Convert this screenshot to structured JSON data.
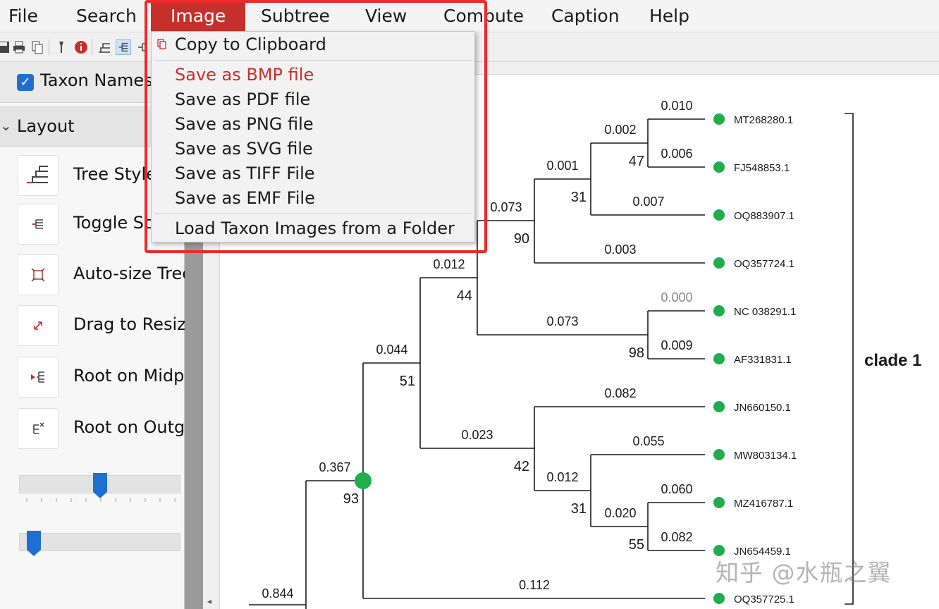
{
  "menubar": {
    "items": [
      "File",
      "Search",
      "Image",
      "Subtree",
      "View",
      "Compute",
      "Caption",
      "Help"
    ],
    "active": "Image"
  },
  "toolbar": {
    "icons": [
      "save-icon",
      "print-icon",
      "copy-icon",
      "settings-icon",
      "info-icon",
      "tree-style-icon",
      "toggle-scale-icon",
      "tree-small-icon"
    ]
  },
  "leftpanel": {
    "taxon_names_label": "Taxon Names",
    "layout_label": "Layout",
    "tools": [
      {
        "label": "Tree Style",
        "icon": "tree-style-icon"
      },
      {
        "label": "Toggle Scale",
        "icon": "toggle-scale-icon"
      },
      {
        "label": "Auto-size Tree",
        "icon": "auto-size-icon"
      },
      {
        "label": "Drag to Resize",
        "icon": "resize-arrows-icon"
      },
      {
        "label": "Root on Midpoint",
        "icon": "root-midpoint-icon"
      },
      {
        "label": "Root on Outgroup",
        "icon": "root-outgroup-icon"
      }
    ],
    "slider1_value": 0.5,
    "slider2_value": 0.05
  },
  "image_menu": {
    "copy": "Copy to Clipboard",
    "save_bmp": "Save as BMP file",
    "save_pdf": "Save as PDF file",
    "save_png": "Save as PNG file",
    "save_svg": "Save as SVG file",
    "save_tiff": "Save as TIFF File",
    "save_emf": "Save as EMF File",
    "load_images": "Load Taxon Images from a Folder"
  },
  "tree": {
    "taxa": [
      "MT268280.1",
      "FJ548853.1",
      "OQ883907.1",
      "OQ357724.1",
      "NC 038291.1",
      "AF331831.1",
      "JN660150.1",
      "MW803134.1",
      "MZ416787.1",
      "JN654459.1",
      "OQ357725.1"
    ],
    "branch_lengths": {
      "mt268280": "0.010",
      "fj548853": "0.006",
      "node_a": "0.002",
      "oq883907": "0.007",
      "node_b": "0.001",
      "oq357724": "0.003",
      "node_c": "0.073",
      "nc038291": "0.000",
      "af331831": "0.009",
      "node_d": "0.073",
      "node_e": "0.012",
      "jn660150": "0.082",
      "mw803134": "0.055",
      "mz416787": "0.060",
      "jn654459": "0.082",
      "node_f": "0.020",
      "node_g": "0.012",
      "node_h": "0.023",
      "node_i": "0.044",
      "oq357725": "0.112",
      "node_j": "0.367",
      "root": "0.844"
    },
    "bootstrap": {
      "node_a": "47",
      "node_b": "31",
      "node_c": "90",
      "node_e": "44",
      "node_d": "98",
      "node_i": "51",
      "node_g": "42",
      "node_f": "31",
      "node_mz": "55",
      "node_j": "93"
    },
    "clade_label": "clade 1",
    "colors": {
      "tip": "#1fae4b",
      "line": "#1a1a1a"
    }
  },
  "watermark": "知乎 @水瓶之翼"
}
